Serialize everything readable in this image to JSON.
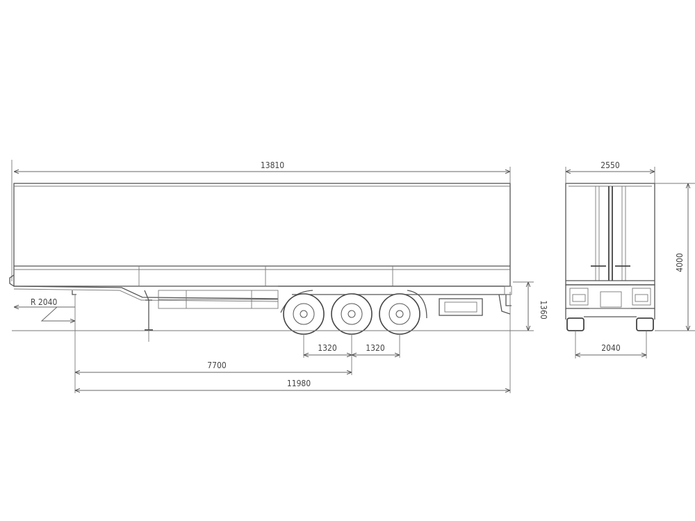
{
  "colors": {
    "line": "#555555",
    "background": "#ffffff"
  },
  "dimensions": {
    "overall_length": "13810",
    "overall_width": "2550",
    "overall_height": "4000",
    "turn_radius": "R 2040",
    "coupling_height": "1360",
    "axle_spacing_1": "1320",
    "axle_spacing_2": "1320",
    "kingpin_to_axle": "7700",
    "kingpin_to_rear": "11980",
    "track_width": "2040"
  }
}
